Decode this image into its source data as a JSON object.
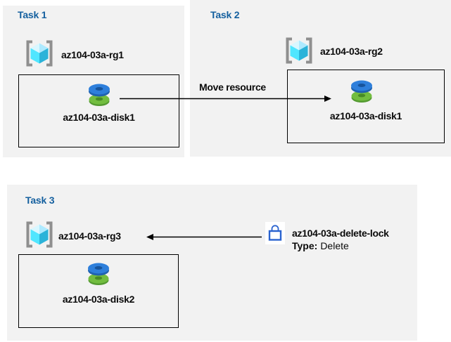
{
  "tasks": [
    {
      "title": "Task 1",
      "resource_group": "az104-03a-rg1",
      "resource": "az104-03a-disk1"
    },
    {
      "title": "Task 2",
      "resource_group": "az104-03a-rg2",
      "resource": "az104-03a-disk1"
    },
    {
      "title": "Task 3",
      "resource_group": "az104-03a-rg3",
      "resource": "az104-03a-disk2"
    }
  ],
  "arrows": {
    "move_label": "Move resource"
  },
  "lock": {
    "name": "az104-03a-delete-lock",
    "type_label": "Type:",
    "type_value": "Delete"
  },
  "icons": {
    "resource_group": "resource-group-icon",
    "disk": "disk-icon",
    "lock": "lock-icon"
  },
  "colors": {
    "panel_background": "#f2f2f2",
    "task_title": "#15609f",
    "label_text": "#0a0a0a",
    "box_border": "#000000",
    "arrow": "#000000",
    "lock_stroke": "#2a63cf",
    "disk_blue_top": "#2e7fdb",
    "disk_blue_rim": "#1f62b0",
    "disk_blue_hole": "#17549c",
    "disk_green_top": "#72bd3f",
    "disk_green_rim": "#549a31",
    "disk_green_hole": "#478a26",
    "cube_top_light": "#d9f7ff",
    "cube_top": "#aeeaff",
    "cube_left": "#50e6ff",
    "cube_right": "#2bb3d9",
    "bracket_gray": "#8f8f8f"
  }
}
